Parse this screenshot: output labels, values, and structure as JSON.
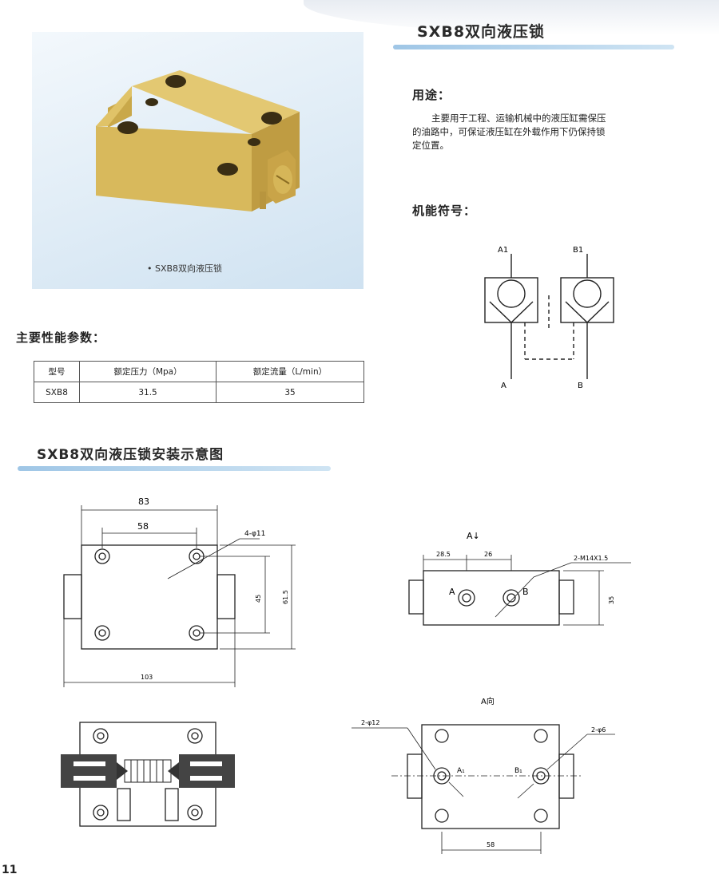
{
  "header": {
    "product_title": "SXB8双向液压锁"
  },
  "photo": {
    "caption": "• SXB8双向液压锁",
    "product_icon": "hydraulic-lock-block"
  },
  "usage": {
    "heading": "用途：",
    "paragraph": [
      "主要用于工程、运输机械中的液压缸需保压",
      "的油路中，可保证液压缸在外载作用下仍保持锁",
      "定位置。"
    ]
  },
  "symbol": {
    "heading": "机能符号：",
    "ports": [
      "A1",
      "B1",
      "A",
      "B"
    ]
  },
  "performance": {
    "heading": "主要性能参数：",
    "columns": [
      "型号",
      "额定压力（Mpa）",
      "额定流量（L/min）"
    ],
    "rows": [
      [
        "SXB8",
        "31.5",
        "35"
      ]
    ]
  },
  "install": {
    "heading": "SXB8双向液压锁安装示意图",
    "top_view_dims": {
      "width_outer": "83",
      "width_inner": "58",
      "holes": "4-φ11",
      "h_inner": "45",
      "h_outer": "61.5",
      "total": "103"
    },
    "side_view": {
      "title": "A↓",
      "d1": "28.5",
      "d2": "26",
      "thread": "2-M14X1.5",
      "port_a": "A",
      "port_b": "B",
      "h": "35"
    },
    "a_view": {
      "title": "A向",
      "holes_big": "2-φ12",
      "holes_small": "2-φ6",
      "port_a1": "A₁",
      "port_b1": "B₁",
      "spacing": "58"
    }
  },
  "page_number": "11",
  "colors": {
    "accent_bar": "#9fc6e6",
    "product": "#d9bc62"
  }
}
